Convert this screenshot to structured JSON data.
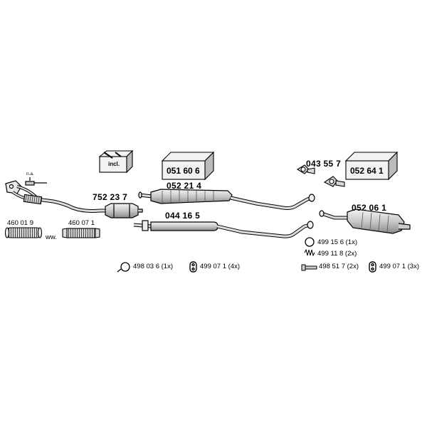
{
  "parts": {
    "front_pipe_note": "n.a.",
    "catalyst": "752 23 7",
    "flex_pipe_1": "460 01 9",
    "flex_pipe_alt_sep": "ww.",
    "flex_pipe_2": "460 07 1",
    "middle_silencer": "052 21 4",
    "middle_pipe": "044 16 5",
    "rear_silencer": "052 06 1",
    "mounting_kit_front": "051 60 6",
    "mounting_kit_rear": "052 64 1",
    "incl_label": "incl.",
    "flange_part": "043 55 7"
  },
  "accessories": {
    "ring_front": "498 03 6 (1x)",
    "rubber_front": "499 07 1 (4x)",
    "ring_rear": "499 15 6 (1x)",
    "spring_rear": "499 11 8 (2x)",
    "bolt_rear": "498 51 7 (2x)",
    "rubber_rear": "499 07 1 (3x)"
  },
  "colors": {
    "line": "#000000",
    "part_fill": "#d8d8d8",
    "part_shade": "#9a9a9a",
    "box_fill": "#f2f2f2"
  }
}
